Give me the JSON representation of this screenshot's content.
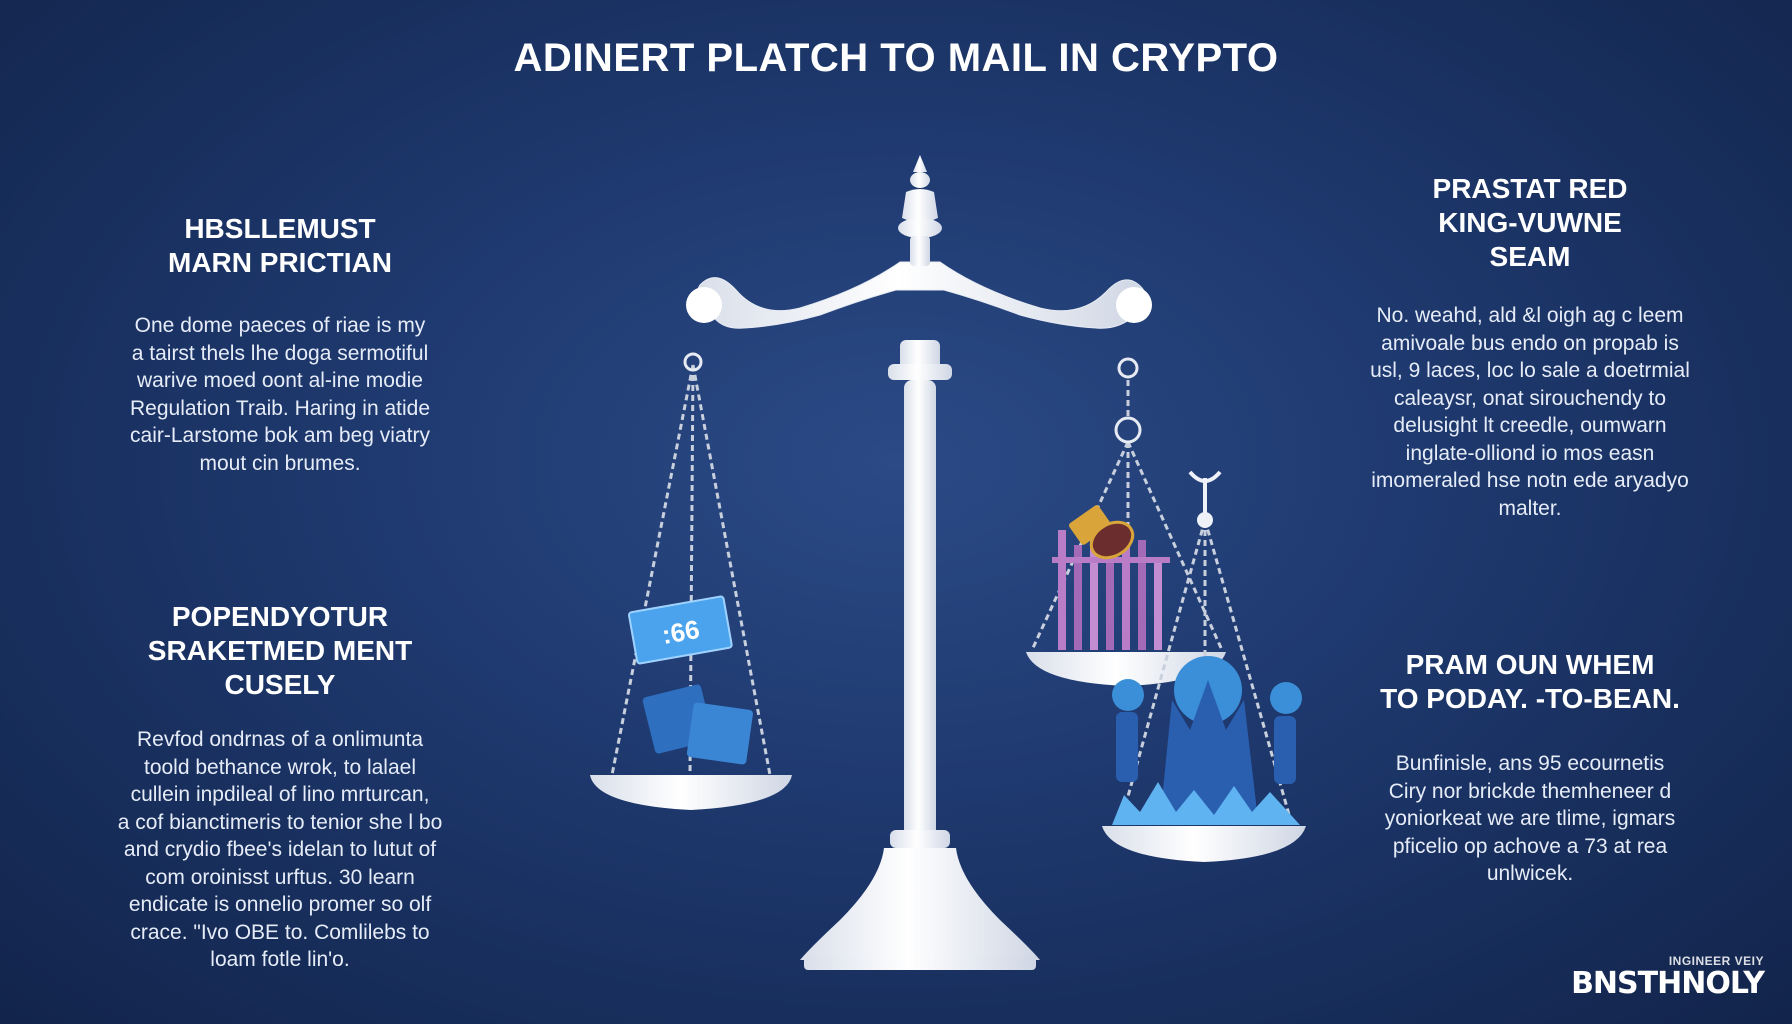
{
  "title": "ADINERT PLATCH TO MAIL IN CRYPTO",
  "left_top": {
    "heading": [
      "HBSLLEMUST",
      "MARN PRICTIAN"
    ],
    "body": [
      "One dome paeces of riae is my",
      "a tairst thels lhe doga sermotiful",
      "warive moed oont al-ine modie",
      "Regulation Traib. Haring in atide",
      "cair-Larstome bok am beg viatry",
      "mout cin brumes."
    ]
  },
  "left_bottom": {
    "heading": [
      "POPENDYOTUR",
      "SRAKETMED MENT",
      "CUSELY"
    ],
    "body": [
      "Revfod ondrnas of a onlimunta",
      "toold bethance wrok, to lalael",
      "cullein inpdileal of lino mrturcan,",
      "a cof bianctimeris to tenior she l bo",
      "and crydio fbee's idelan to lutut of",
      "com oroinisst urftus. 30 learn",
      "endicate is onnelio promer so olf",
      "crace. \"Ivo OBE to. Comlilebs to",
      "loam fotle lin'o."
    ]
  },
  "right_top": {
    "heading": [
      "PRASTAT RED",
      "KING-VUWNE",
      "SEAM"
    ],
    "body": [
      "No. weahd, ald &l oigh ag c leem",
      "amivoale bus endo on propab is",
      "usl, 9 laces, loc lo sale a doetrmial",
      "caleaysr, onat sirouchendy to",
      "delusight lt creedle, oumwarn",
      "inglate-olliond io mos easn",
      "imomeraled hse notn ede aryadyo",
      "malter."
    ]
  },
  "right_bottom": {
    "heading": [
      "PRAM OUN WHEM",
      "TO PODAY. -TO-BEAN."
    ],
    "body": [
      "Bunfinisle, ans 95 ecournetis",
      "Ciry nor brickde themheneer d",
      "yoniorkeat we are tlime, igmars",
      "pficelio op achove a 73 at rea",
      "unlwicek."
    ]
  },
  "scale": {
    "tag_label": ":66"
  },
  "watermark": {
    "small": "INGINEER VEIY",
    "large": "BNSTHNOLY"
  },
  "colors": {
    "background": "#1f3a70",
    "scale": "#f4f6fb",
    "accent_blue": "#3a8fd8",
    "accent_purple": "#a46ab8",
    "accent_gold": "#d9a53b"
  }
}
